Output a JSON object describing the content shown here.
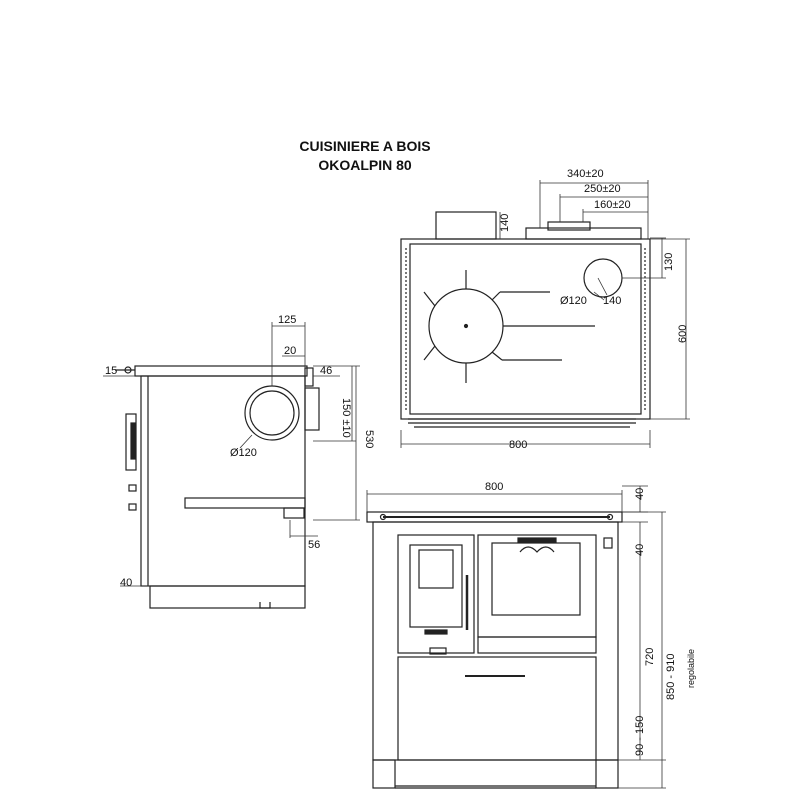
{
  "title": {
    "line1": "CUISINIERE A BOIS",
    "line2": "OKOALPIN 80"
  },
  "top_view": {
    "dims": {
      "d340": "340±20",
      "d250": "250±20",
      "d160": "160±20",
      "d140_flue": "140",
      "d130": "130",
      "d140_ring": "140",
      "d120": "Ø120",
      "d600": "600",
      "d800": "800"
    }
  },
  "side_view": {
    "dims": {
      "d125": "125",
      "d20": "20",
      "d15": "15",
      "d46": "46",
      "d150": "150 ±10",
      "d530": "530",
      "d120": "Ø120",
      "d56": "56",
      "d40": "40"
    }
  },
  "front_view": {
    "dims": {
      "d800": "800",
      "d40_top": "40",
      "d40_mid": "40",
      "d720": "720",
      "d850": "850 - 910",
      "d90": "90 - 150",
      "regolabile": "regolabile"
    }
  }
}
